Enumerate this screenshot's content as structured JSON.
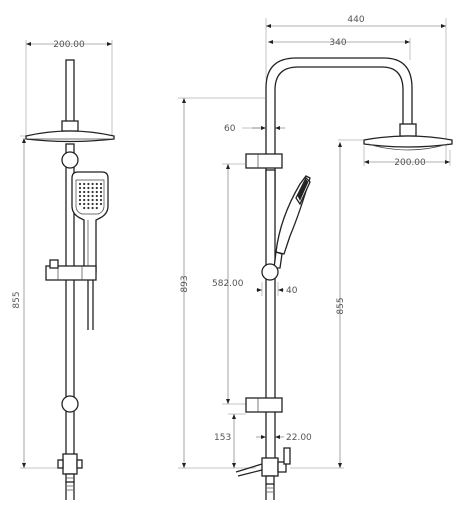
{
  "front_view": {
    "dims": {
      "head_width": "200.00",
      "height": "855"
    }
  },
  "side_view": {
    "dims": {
      "overall_width": "440",
      "arm_reach": "340",
      "head_width": "200.00",
      "total_height": "893",
      "arm_offset": "60",
      "slide_range": "582.00",
      "bracket_depth": "40",
      "head_height": "855",
      "bottom_offset": "153",
      "inlet_offset": "22.00"
    }
  },
  "colors": {
    "line": "#222222",
    "dimension": "#666666"
  }
}
